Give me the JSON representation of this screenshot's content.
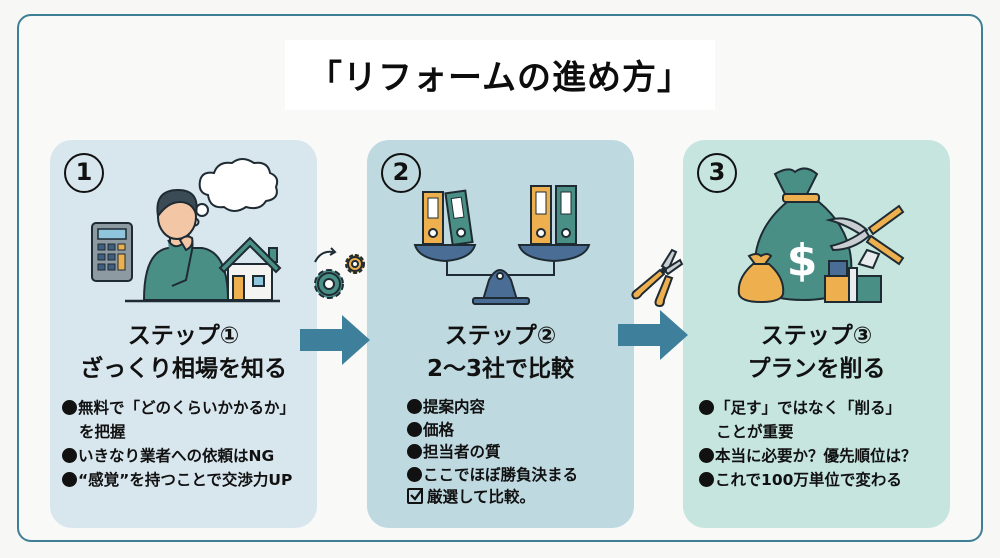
{
  "title": "「リフォームの進め方」",
  "colors": {
    "frame_border": "#3f7f95",
    "arrow": "#3e7f9b",
    "card_1_bg": "#d8e6ee",
    "card_2_bg": "#bed9e0",
    "card_3_bg": "#c5e5de",
    "accent_teal": "#4a8f86",
    "accent_orange": "#eeb04e",
    "accent_blue": "#4a6d95"
  },
  "steps": [
    {
      "number": "1",
      "illustration": "person-thinking-with-calculator-and-house",
      "title_line1": "ステップ①",
      "title_line2": "ざっくり相場を知る",
      "bullets": [
        {
          "text": "無料で「どのくらいかかるか」",
          "cont": "を把握"
        },
        {
          "text": "いきなり業者への依頼はNG"
        },
        {
          "text": "“感覚”を持つことで交渉力UP"
        }
      ]
    },
    {
      "number": "2",
      "illustration": "balance-scale-with-binders",
      "title_line1": "ステップ②",
      "title_line2": "2〜3社で比較",
      "bullets": [
        {
          "text": "提案内容"
        },
        {
          "text": "価格"
        },
        {
          "text": "担当者の質"
        },
        {
          "text": "ここでほぼ勝負決まる"
        }
      ],
      "check_item": "厳選して比較。"
    },
    {
      "number": "3",
      "illustration": "money-bag-with-pruning-shears",
      "title_line1": "ステップ③",
      "title_line2": "プランを削る",
      "bullets": [
        {
          "text": "「足す」ではなく「削る」",
          "cont": "ことが重要"
        },
        {
          "text": "本当に必要か？優先順位は？"
        },
        {
          "text": "これで100万単位で変わる"
        }
      ]
    }
  ],
  "connectors": [
    {
      "icon": "gears-icon",
      "arrow": "right-arrow"
    },
    {
      "icon": "pruning-shears-icon",
      "arrow": "right-arrow"
    }
  ]
}
